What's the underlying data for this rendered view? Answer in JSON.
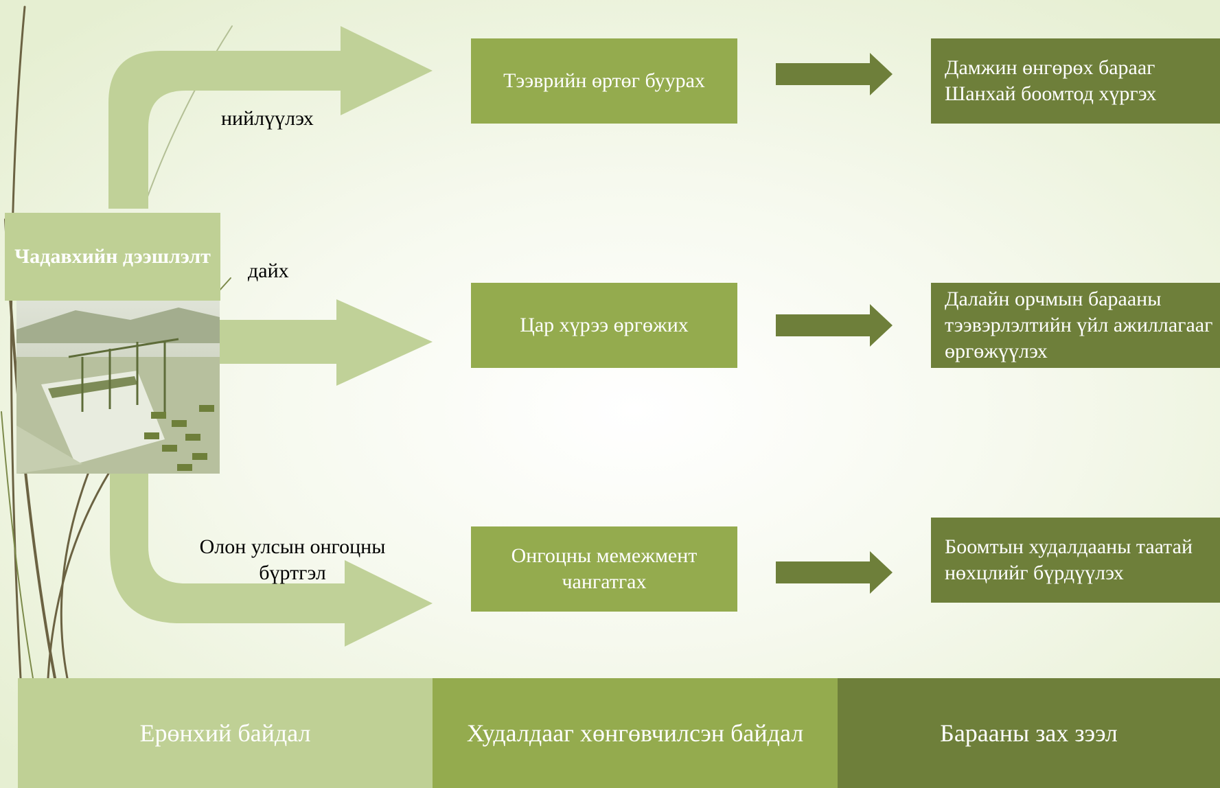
{
  "colors": {
    "light_green": "#bfd095",
    "mid_green": "#94ab4e",
    "dark_green": "#6e7f3a"
  },
  "capability": {
    "title": "Чадавхийн дээшлэлт",
    "image": "container-port-photo"
  },
  "branches": [
    {
      "label": "нийлүүлэх",
      "effect": "Тээврийн өртөг буурах",
      "outcome": "Дамжин өнгөрөх барааг Шанхай боомтод хүргэх"
    },
    {
      "label": "дайх",
      "effect": "Цар хүрээ өргөжих",
      "outcome": "Далайн орчмын барааны тээвэрлэлтийн үйл ажиллагааг өргөжүүлэх"
    },
    {
      "label": "Олон улсын онгоцны бүртгэл",
      "effect": "Онгоцны мемежмент чангатгах",
      "outcome": "Боомтын худалдааны таатай нөхцлийг бүрдүүлэх"
    }
  ],
  "stages": [
    "Ерөнхий байдал",
    "Худалдааг хөнгөвчилсэн байдал",
    "Барааны зах зээл"
  ]
}
